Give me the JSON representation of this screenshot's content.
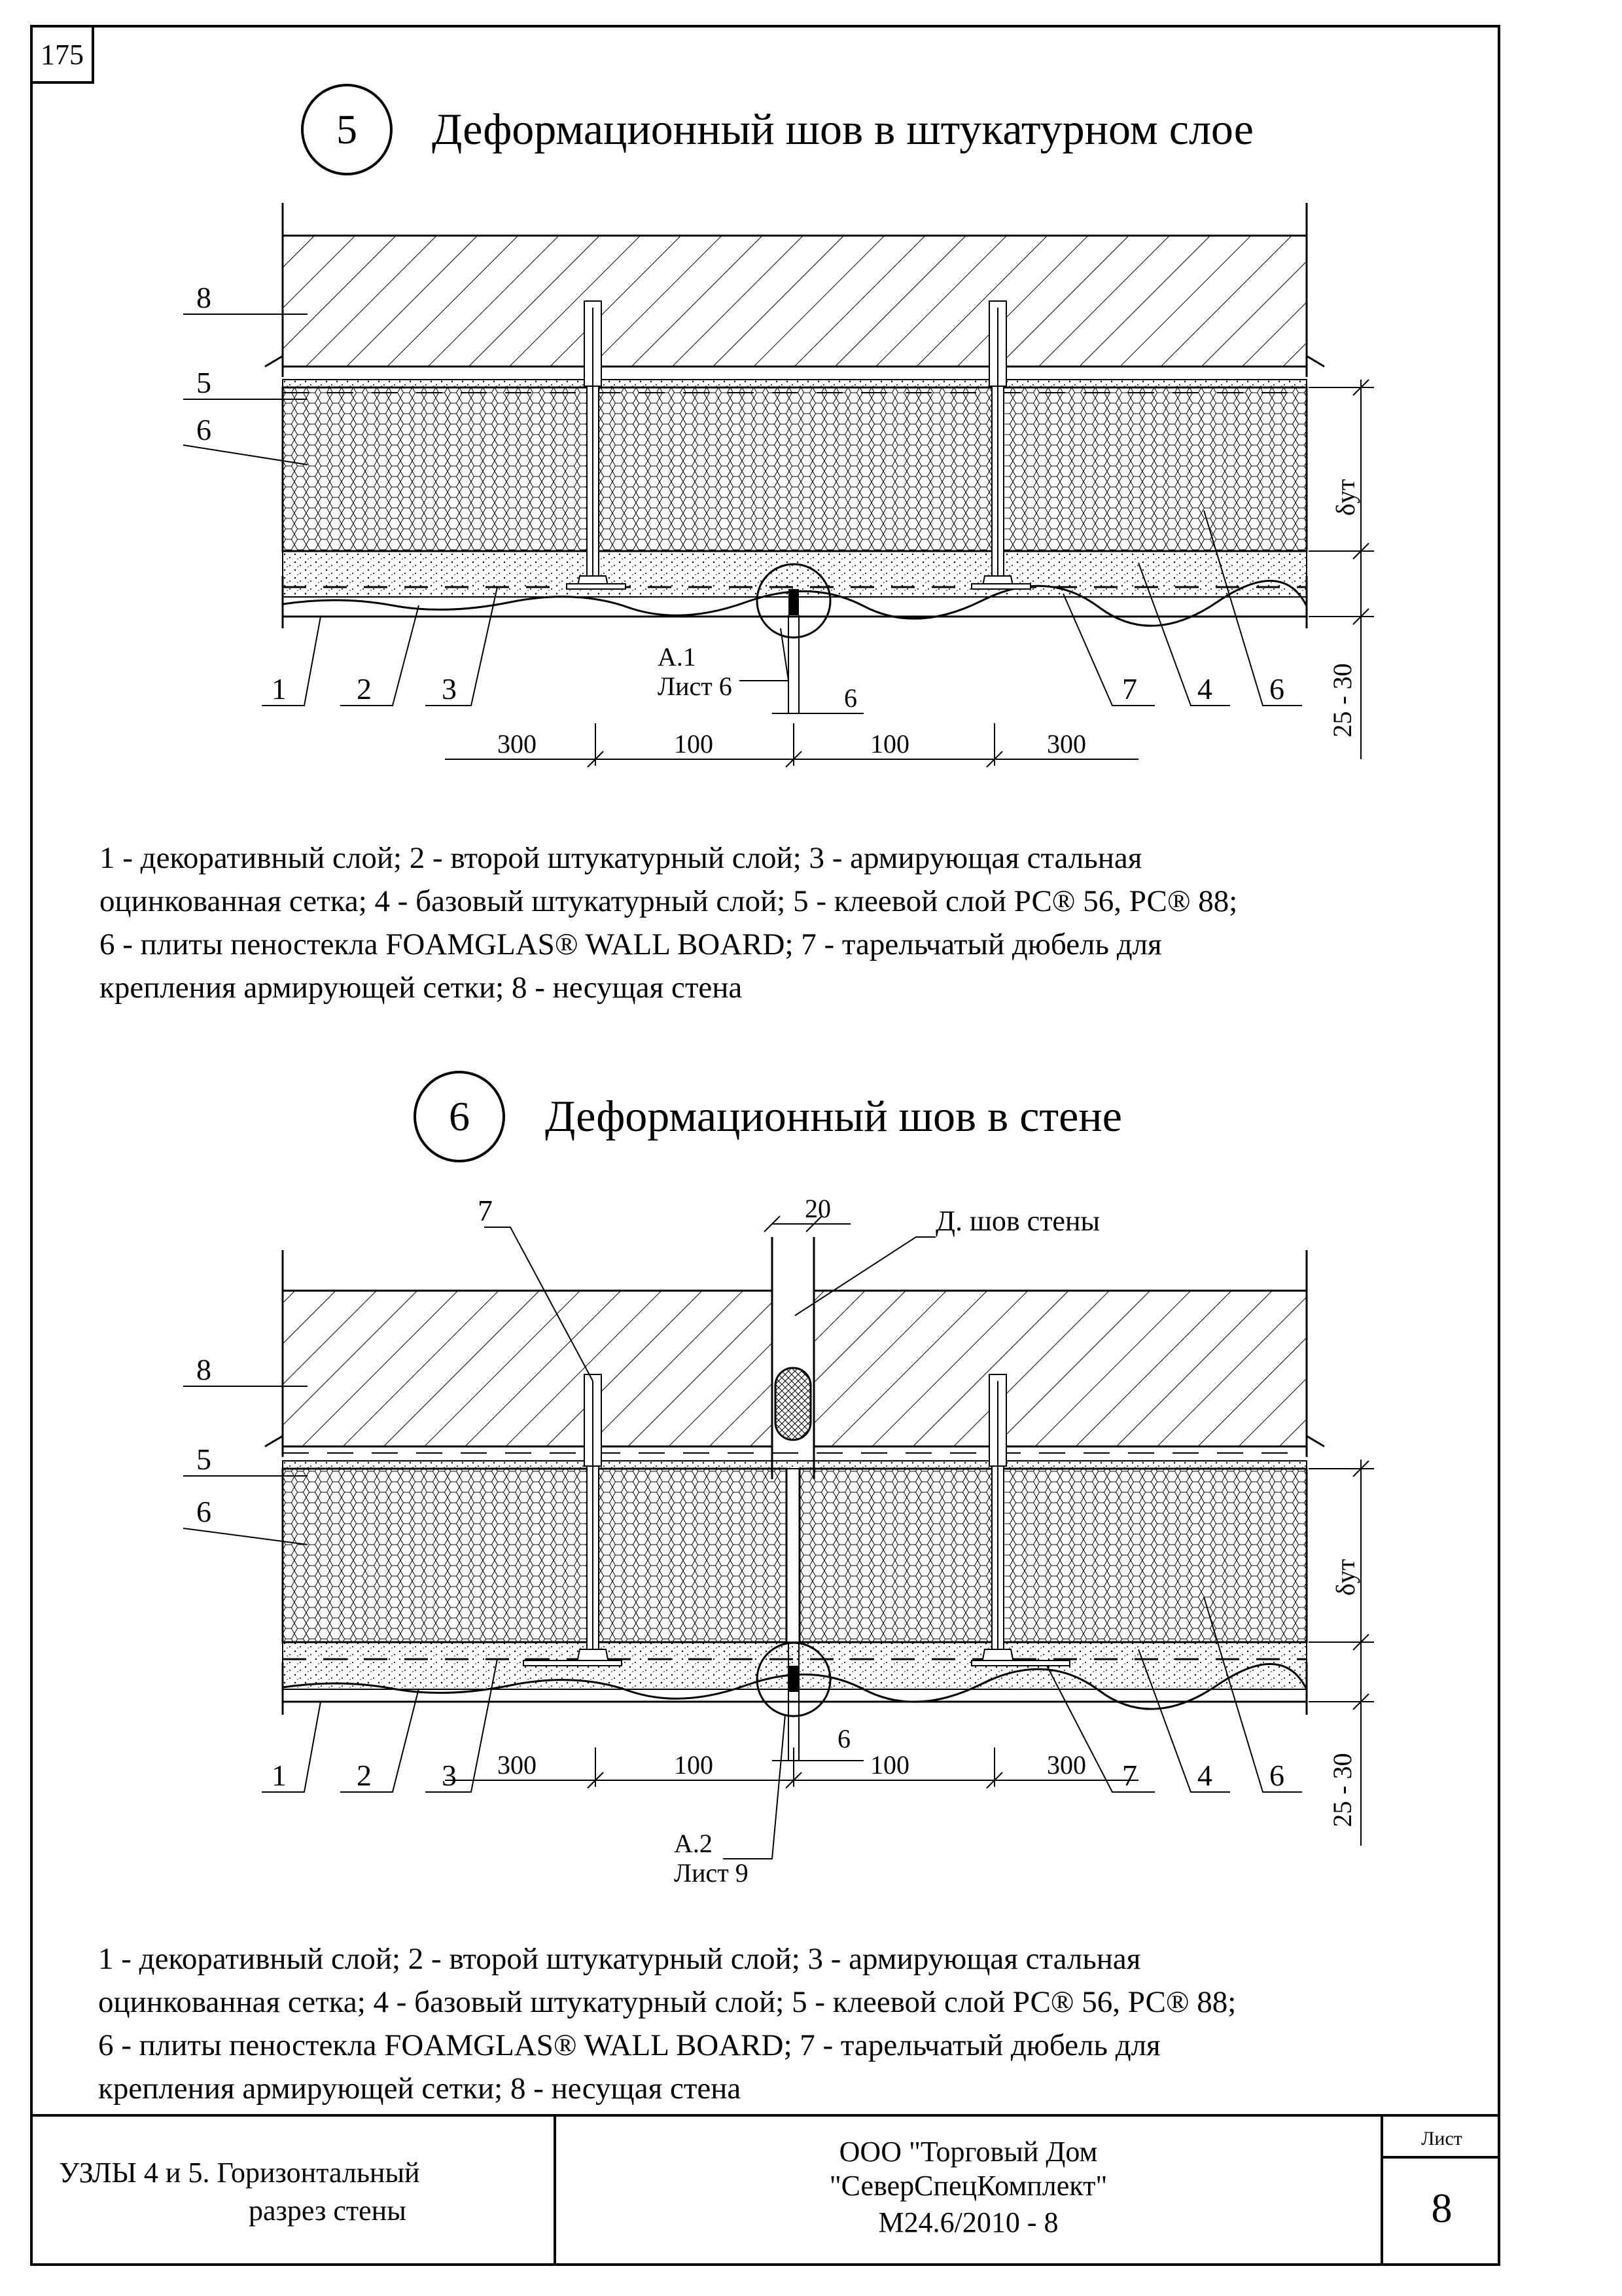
{
  "page_number": "175",
  "section5": {
    "number": "5",
    "title": "Деформационный шов в штукатурном слое",
    "labels": {
      "l1": "1",
      "l2": "2",
      "l3": "3",
      "l4": "4",
      "l5": "5",
      "l6": "6",
      "l6b": "6",
      "l7": "7",
      "l8": "8",
      "ref_a": "А.1",
      "ref_sheet": "Лист 6",
      "joint_w": "6",
      "d300a": "300",
      "d100a": "100",
      "d100b": "100",
      "d300b": "300",
      "thickness": "25 - 30",
      "delta": "δут"
    },
    "legend": [
      "1 - декоративный слой; 2 - второй штукатурный слой; 3 - армирующая стальная",
      "оцинкованная сетка; 4 - базовый штукатурный слой; 5 - клеевой слой РС® 56, РС® 88;",
      "6 - плиты пеностекла FOAMGLAS® WALL BOARD; 7 - тарельчатый дюбель для",
      "крепления армирующей сетки; 8 - несущая стена"
    ]
  },
  "section6": {
    "number": "6",
    "title": "Деформационный шов в стене",
    "labels": {
      "l1": "1",
      "l2": "2",
      "l3": "3",
      "l4": "4",
      "l5": "5",
      "l6": "6",
      "l6b": "6",
      "l7": "7",
      "l7top": "7",
      "l8": "8",
      "wall_joint": "Д. шов стены",
      "wall_joint_w": "20",
      "ref_a": "А.2",
      "ref_sheet": "Лист 9",
      "joint_w": "6",
      "d300a": "300",
      "d100a": "100",
      "d100b": "100",
      "d300b": "300",
      "thickness": "25 - 30",
      "delta": "δут"
    },
    "legend": [
      "1 - декоративный слой; 2 - второй штукатурный слой; 3 - армирующая стальная",
      "оцинкованная сетка; 4 - базовый штукатурный слой; 5 - клеевой слой РС® 56, РС® 88;",
      "6 - плиты пеностекла FOAMGLAS® WALL BOARD; 7 - тарельчатый дюбель для",
      "крепления  армирующей сетки; 8 - несущая стена"
    ]
  },
  "title_block": {
    "left_line1": "УЗЛЫ 4 и 5. Горизонтальный",
    "left_line2": "разрез стены",
    "company1": "ООО \"Торговый Дом",
    "company2": "\"СеверСпецКомплект\"",
    "code": "М24.6/2010 - 8",
    "sheet_label": "Лист",
    "sheet_number": "8"
  }
}
